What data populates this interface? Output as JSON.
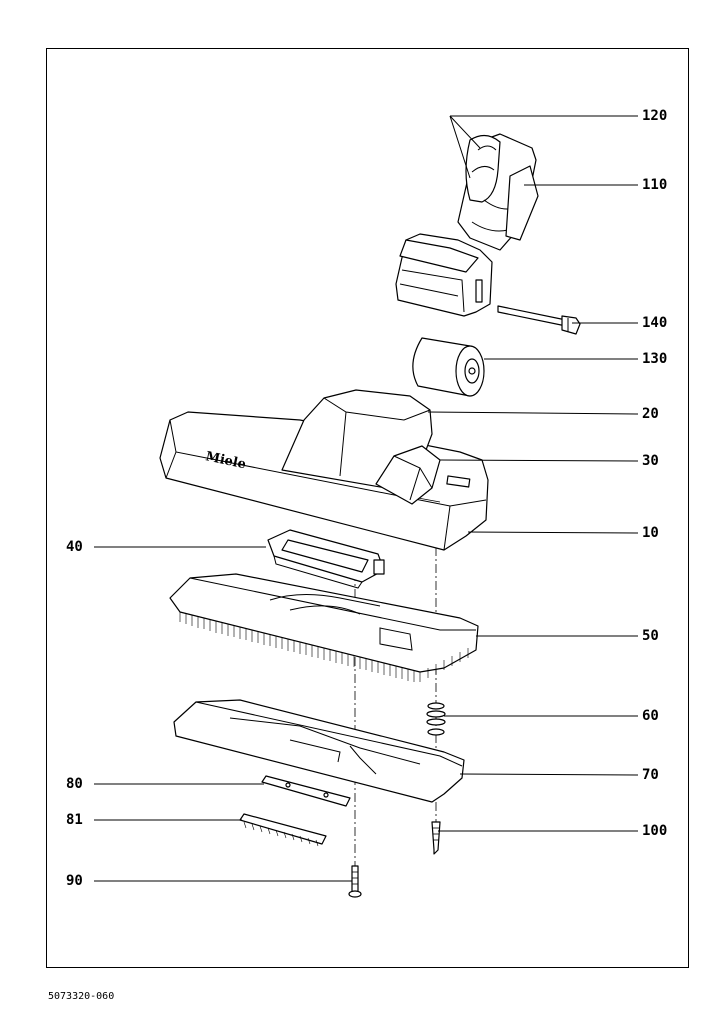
{
  "document_code": "5073320-060",
  "brand_mark": "Miele",
  "part_labels": {
    "p120": "120",
    "p110": "110",
    "p140": "140",
    "p130": "130",
    "p20": "20",
    "p30": "30",
    "p10": "10",
    "p40": "40",
    "p50": "50",
    "p60": "60",
    "p70": "70",
    "p80": "80",
    "p81": "81",
    "p100": "100",
    "p90": "90"
  }
}
